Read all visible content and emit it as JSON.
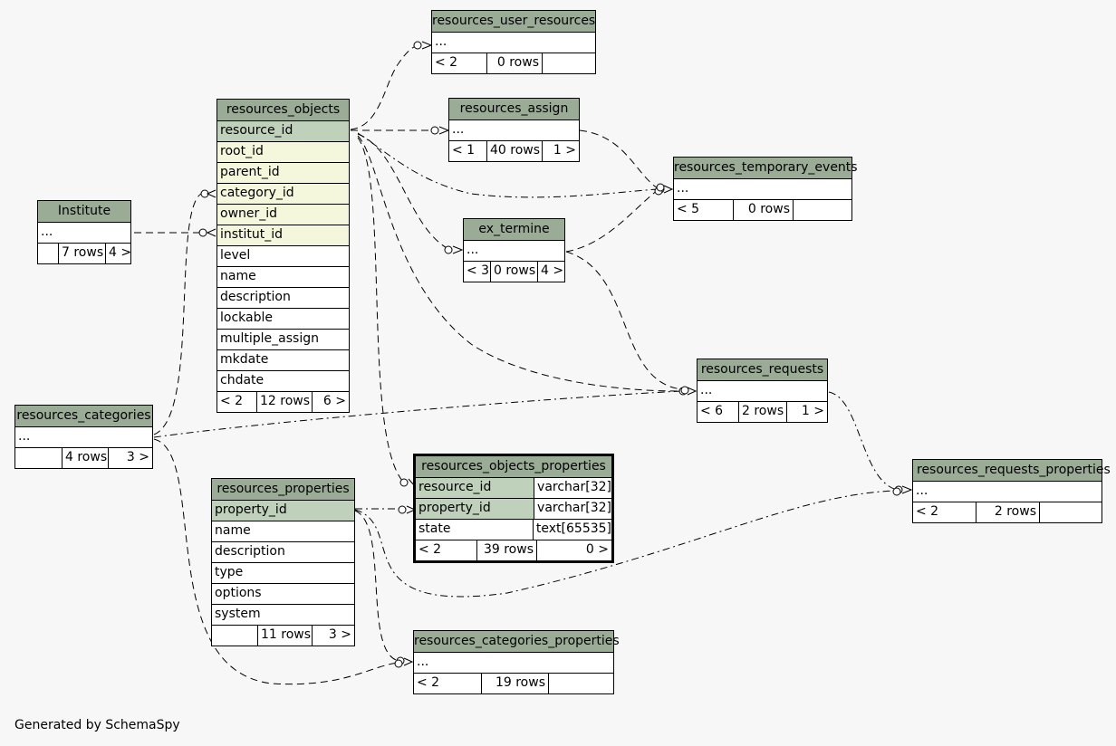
{
  "tables": {
    "user_resources": {
      "name": "resources_user_resources",
      "row": "...",
      "parents": "< 2",
      "rows": "0 rows",
      "children": ""
    },
    "assign": {
      "name": "resources_assign",
      "row": "...",
      "parents": "< 1",
      "rows": "40 rows",
      "children": "1 >"
    },
    "temporary_events": {
      "name": "resources_temporary_events",
      "row": "...",
      "parents": "< 5",
      "rows": "0 rows",
      "children": ""
    },
    "objects": {
      "name": "resources_objects",
      "columns": [
        "resource_id",
        "root_id",
        "parent_id",
        "category_id",
        "owner_id",
        "institut_id",
        "level",
        "name",
        "description",
        "lockable",
        "multiple_assign",
        "mkdate",
        "chdate"
      ],
      "parents": "< 2",
      "rows": "12 rows",
      "children": "6 >"
    },
    "institute": {
      "name": "Institute",
      "row": "...",
      "parents": "",
      "rows": "7 rows",
      "children": "4 >"
    },
    "ex_termine": {
      "name": "ex_termine",
      "row": "...",
      "parents": "< 3",
      "rows": "0 rows",
      "children": "4 >"
    },
    "requests": {
      "name": "resources_requests",
      "row": "...",
      "parents": "< 6",
      "rows": "2 rows",
      "children": "1 >"
    },
    "categories": {
      "name": "resources_categories",
      "row": "...",
      "parents": "",
      "rows": "4 rows",
      "children": "3 >"
    },
    "objects_properties": {
      "name": "resources_objects_properties",
      "columns": [
        [
          "resource_id",
          "varchar[32]"
        ],
        [
          "property_id",
          "varchar[32]"
        ],
        [
          "state",
          "text[65535]"
        ]
      ],
      "parents": "< 2",
      "rows": "39 rows",
      "children": "0 >"
    },
    "requests_properties": {
      "name": "resources_requests_properties",
      "row": "...",
      "parents": "< 2",
      "rows": "2 rows",
      "children": ""
    },
    "properties": {
      "name": "resources_properties",
      "columns": [
        "property_id",
        "name",
        "description",
        "type",
        "options",
        "system"
      ],
      "parents": "",
      "rows": "11 rows",
      "children": "3 >"
    },
    "categories_properties": {
      "name": "resources_categories_properties",
      "row": "...",
      "parents": "< 2",
      "rows": "19 rows",
      "children": ""
    }
  },
  "credit": "Generated by SchemaSpy"
}
